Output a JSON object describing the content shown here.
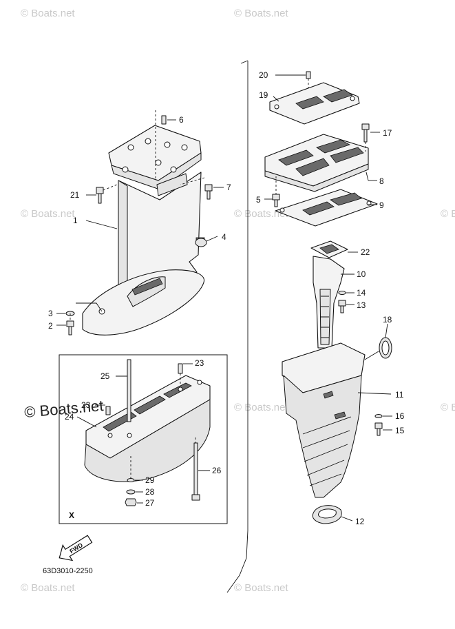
{
  "watermarks": {
    "site": "© Boats.net",
    "big": "© Boats.net"
  },
  "diagram_code": "63D3010-2250",
  "inset_label": "X",
  "fwd_label": "FWD",
  "callouts": {
    "c1": "1",
    "c2": "2",
    "c3": "3",
    "c4": "4",
    "c5": "5",
    "c6": "6",
    "c7": "7",
    "c8": "8",
    "c9": "9",
    "c10": "10",
    "c11": "11",
    "c12": "12",
    "c13": "13",
    "c14": "14",
    "c15": "15",
    "c16": "16",
    "c17": "17",
    "c18": "18",
    "c19": "19",
    "c20": "20",
    "c21": "21",
    "c22": "22",
    "c23a": "23",
    "c23b": "23",
    "c24": "24",
    "c25": "25",
    "c26": "26",
    "c27": "27",
    "c28": "28",
    "c29": "29"
  }
}
